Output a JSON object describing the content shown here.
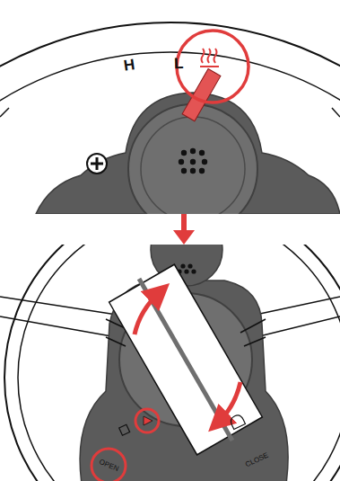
{
  "diagram": {
    "labels": [
      "H",
      "L",
      "OPEN",
      "CLOSE"
    ]
  }
}
